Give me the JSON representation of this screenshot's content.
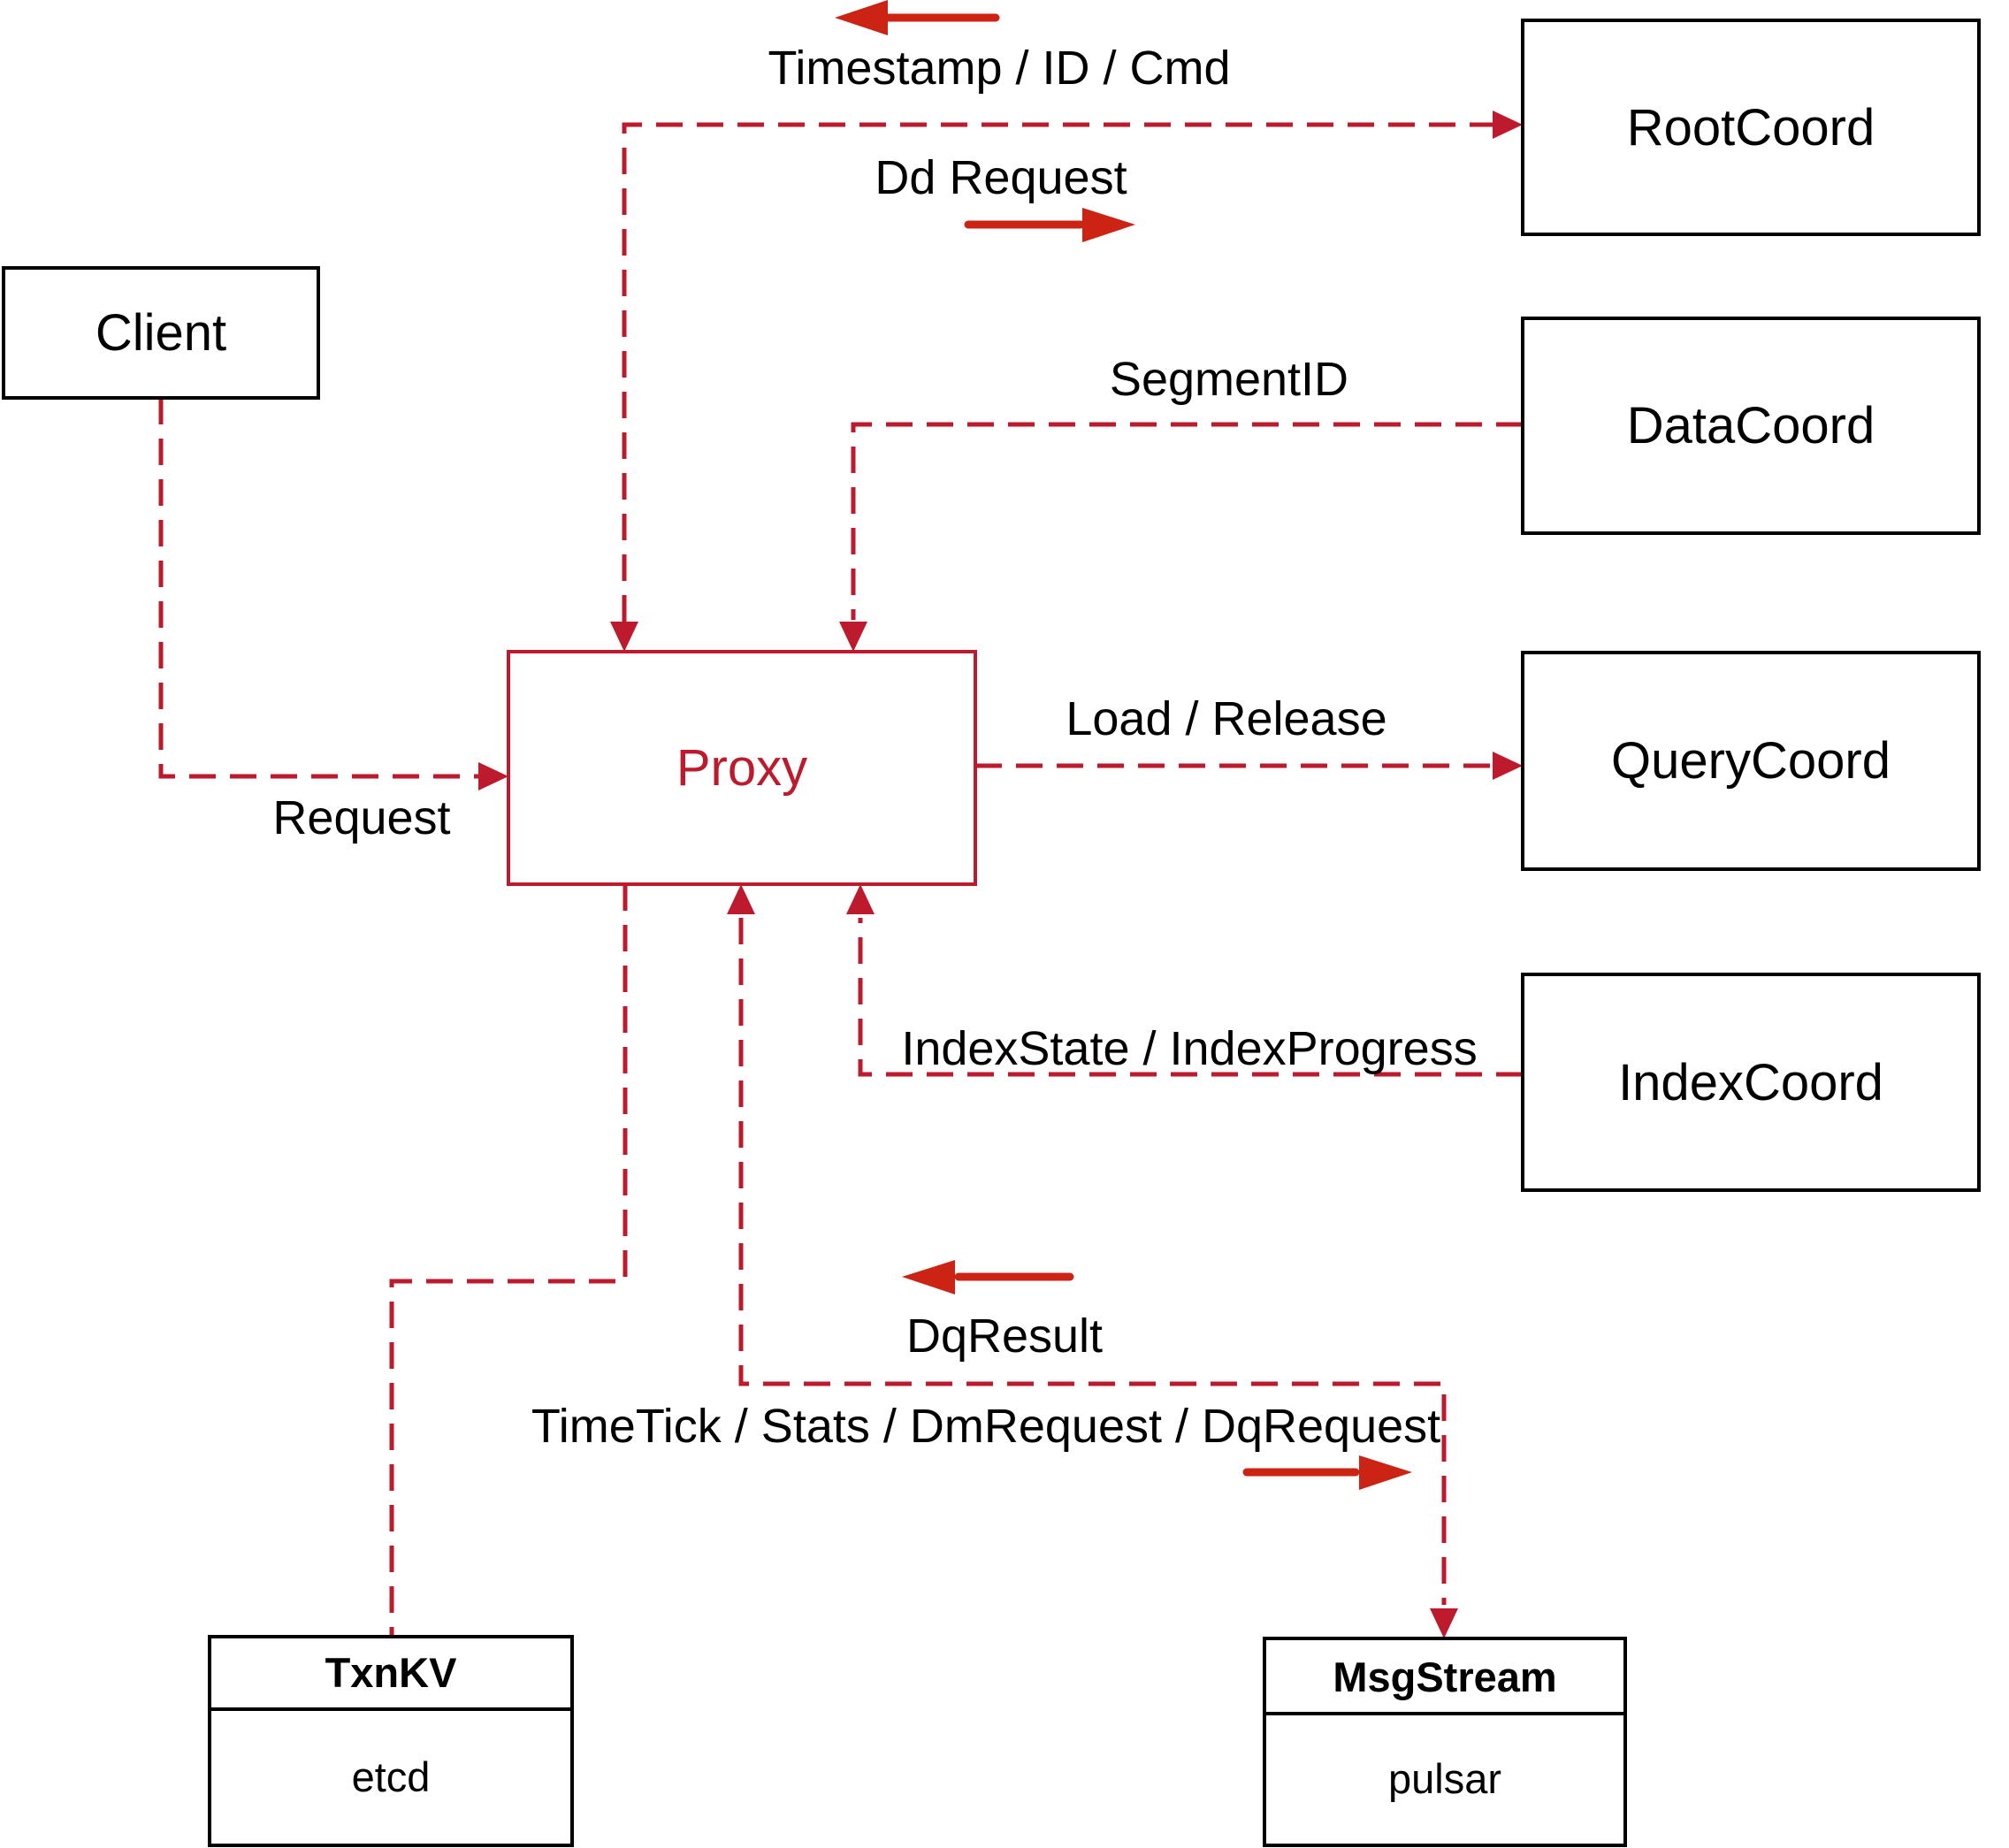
{
  "diagram": {
    "colors": {
      "dashed_line_red": "#bd1b2d",
      "solid_arrow_red": "#cc2414",
      "box_border_black": "#000000",
      "background": "#ffffff"
    },
    "nodes": {
      "client": {
        "label": "Client"
      },
      "proxy": {
        "label": "Proxy"
      },
      "root_coord": {
        "label": "RootCoord"
      },
      "data_coord": {
        "label": "DataCoord"
      },
      "query_coord": {
        "label": "QueryCoord"
      },
      "index_coord": {
        "label": "IndexCoord"
      },
      "txn_kv": {
        "title": "TxnKV",
        "implementation": "etcd"
      },
      "msg_stream": {
        "title": "MsgStream",
        "implementation": "pulsar"
      }
    },
    "edge_labels": {
      "timestamp": "Timestamp / ID / Cmd",
      "dd_request": "Dd Request",
      "segment_id": "SegmentID",
      "load_release": "Load / Release",
      "index_state": "IndexState / IndexProgress",
      "request": "Request",
      "dq_result": "DqResult",
      "time_tick": "TimeTick / Stats / DmRequest / DqRequest"
    }
  }
}
